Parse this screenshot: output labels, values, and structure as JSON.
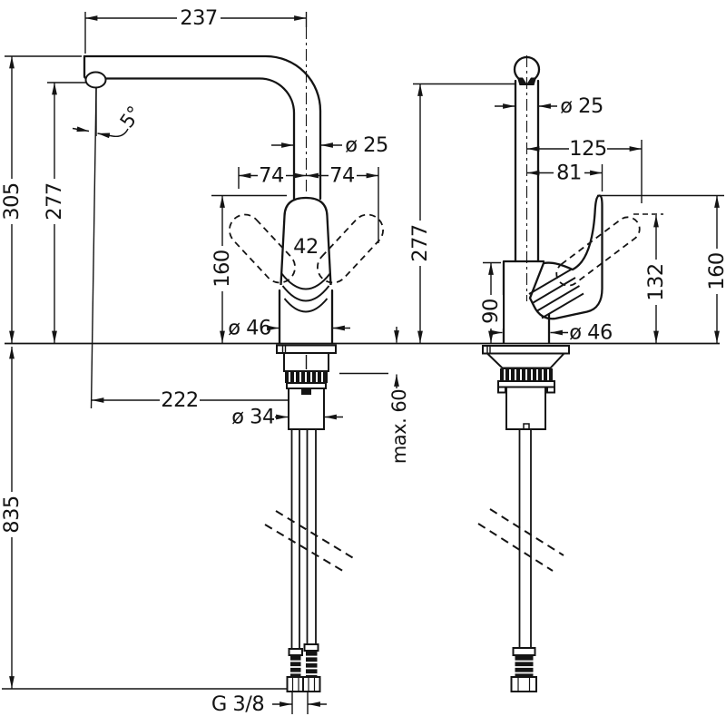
{
  "drawing": {
    "front_view": {
      "dim_spout_reach": "237",
      "dim_spray_angle": "5°",
      "dim_height_overall": "305",
      "dim_height_spout": "277",
      "dim_spout_pipe_dia": "ø 25",
      "dim_handle_swing_left": "74",
      "dim_handle_swing_right": "74",
      "dim_handle_width": "42",
      "dim_handle_height": "160",
      "dim_base_dia": "ø 46",
      "dim_reach_below": "222",
      "dim_shank_dia": "ø 34",
      "dim_max_counter_thickness": "max. 60",
      "dim_hose_length": "835",
      "dim_thread_size": "G 3/8"
    },
    "side_view": {
      "dim_spout_pipe_dia": "ø 25",
      "dim_lever_raised_reach": "125",
      "dim_lever_reach": "81",
      "dim_height_spout": "277",
      "dim_body_height": "90",
      "dim_lever_raised_height": "132",
      "dim_lever_height": "160",
      "dim_base_dia": "ø 46"
    }
  }
}
